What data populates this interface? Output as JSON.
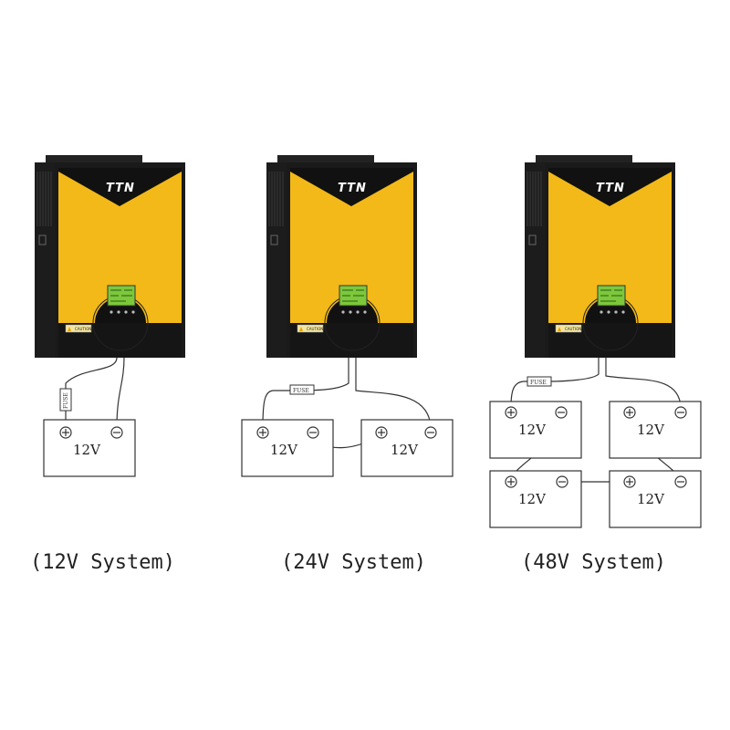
{
  "inverter": {
    "brand": "TTN",
    "caution_label": "CAUTION",
    "body_color": "#f2b918",
    "frame_color": "#1a1a1a",
    "lcd_color": "#7cc83a"
  },
  "battery_label": "12V",
  "fuse_label": "FUSE",
  "systems": [
    {
      "caption": "(12V System)"
    },
    {
      "caption": "(24V System)"
    },
    {
      "caption": "(48V System)"
    }
  ]
}
